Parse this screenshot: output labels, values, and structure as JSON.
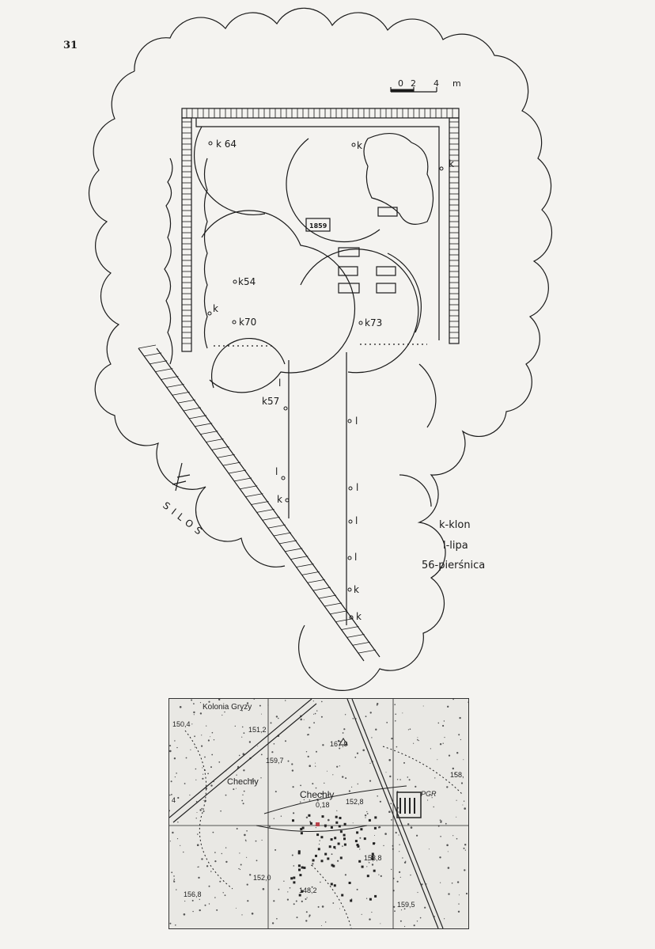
{
  "page": {
    "number": "31"
  },
  "scale_bar": {
    "ticks": [
      "0",
      "2",
      "4"
    ],
    "unit": "m"
  },
  "plaque": "1859",
  "trees": {
    "k64": "k 64",
    "k_top": "k",
    "k_right": "k",
    "k54": "k54",
    "k_left": "k",
    "k70": "k70",
    "k73": "k73",
    "k57": "k57",
    "l_upper": "l",
    "l_lower": "l",
    "k_lower": "k",
    "alley": [
      "l",
      "l",
      "l",
      "l",
      "k",
      "k"
    ]
  },
  "silos_label": "SILOS",
  "legend": {
    "k": "k-klon",
    "l": "l-lipa",
    "n": "56-pierśnica"
  },
  "topo_map": {
    "labels": {
      "kolonia": "Kolonia Gryzy",
      "chechly_w": "Chechły",
      "chechly_c": "Chechły",
      "pgr": "PGR",
      "edge_4": "4"
    },
    "spot_heights": {
      "h150_4": "150,4",
      "h151_2": "151,2",
      "h167_9": "167,9",
      "h159_7": "159,7",
      "h158": "158,",
      "h0_18": "0,18",
      "h152_8": "152,8",
      "h153_8": "153,8",
      "h152_0": "152,0",
      "h148_2": "148,2",
      "h156_8": "156,8",
      "h159_5": "159,5"
    }
  }
}
